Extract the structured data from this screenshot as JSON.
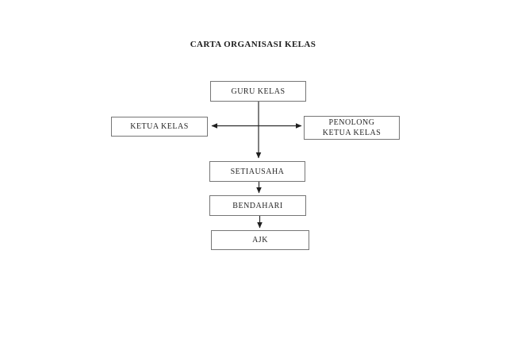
{
  "page": {
    "title": "CARTA ORGANISASI KELAS"
  },
  "diagram": {
    "nodes": {
      "guru_kelas": {
        "label": "GURU KELAS"
      },
      "ketua_kelas": {
        "label": "KETUA KELAS"
      },
      "penolong_ketua_kelas": {
        "label": "PENOLONG KETUA KELAS"
      },
      "setiausaha": {
        "label": "SETIAUSAHA"
      },
      "bendahari": {
        "label": "BENDAHARI"
      },
      "ajk": {
        "label": "AJK"
      }
    },
    "edges": [
      {
        "from": "GURU KELAS",
        "to": "SETIAUSAHA",
        "type": "arrow-down"
      },
      {
        "from": "KETUA KELAS",
        "to": "PENOLONG KETUA KELAS",
        "type": "double-headed-horizontal"
      },
      {
        "from": "SETIAUSAHA",
        "to": "BENDAHARI",
        "type": "arrow-down"
      },
      {
        "from": "BENDAHARI",
        "to": "AJK",
        "type": "arrow-down"
      }
    ],
    "colors": {
      "background": "#ffffff",
      "box_border": "#767676",
      "line": "#2a2a2a",
      "text": "#262626",
      "title_text": "#1c1c1c"
    }
  }
}
